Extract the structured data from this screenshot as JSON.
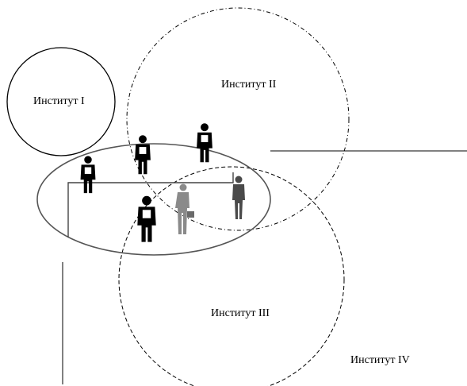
{
  "diagram": {
    "labels": {
      "institute_1": "Институт I",
      "institute_2": "Институт II",
      "institute_3": "Институт III",
      "institute_4": "Институт IV"
    },
    "colors": {
      "line": "#000000",
      "ellipse": "#555555",
      "figure_dark": "#000000",
      "figure_grey": "#8a8a8a",
      "figure_mid": "#4a4a4a"
    }
  }
}
